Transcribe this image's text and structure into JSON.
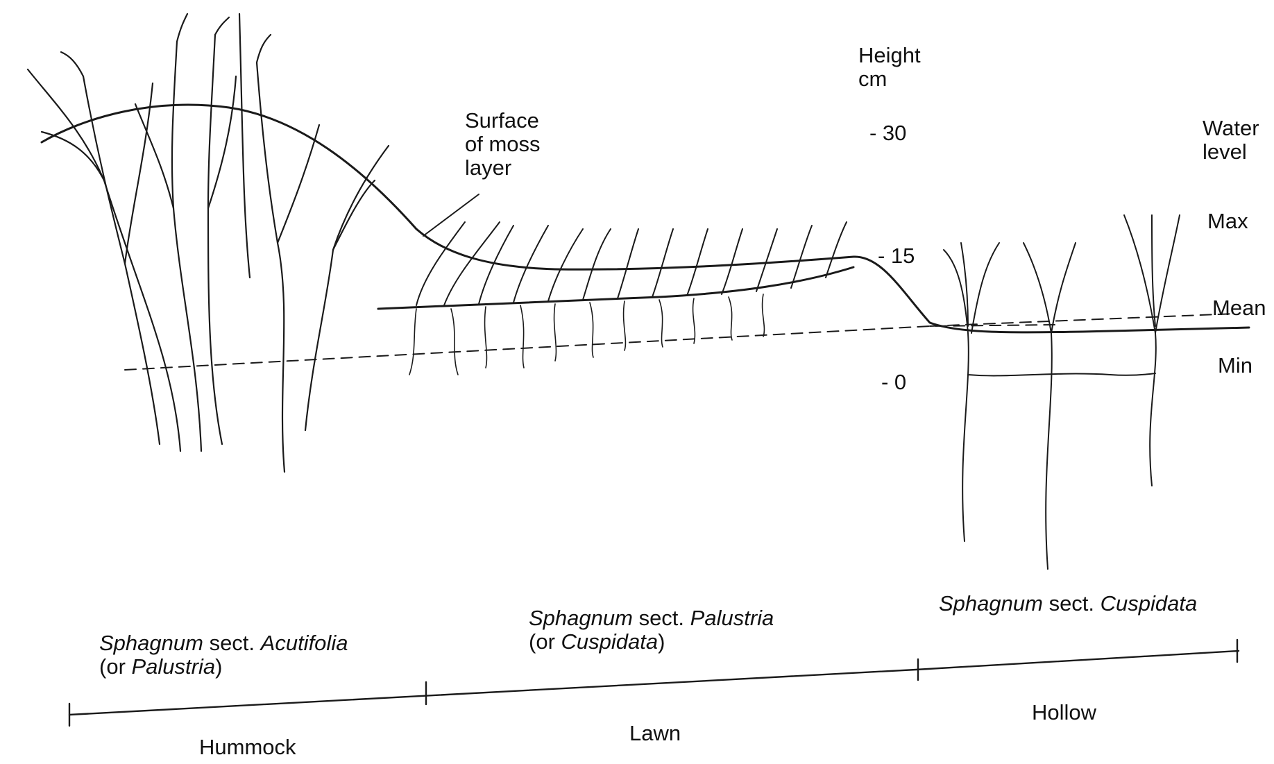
{
  "figure": {
    "moss_surface_label": [
      "Surface",
      "of moss",
      "layer"
    ],
    "height_axis": {
      "title": [
        "Height",
        "cm"
      ],
      "ticks": [
        "- 30",
        "- 15",
        "- 0"
      ]
    },
    "water_level": {
      "title": [
        "Water",
        "level"
      ],
      "levels": [
        "Max",
        "Mean",
        "Min"
      ]
    },
    "species": [
      {
        "genus": "Sphagnum",
        "sect": " sect. ",
        "section": "Acutifolia",
        "alt_open": "(or ",
        "alt": "Palustria",
        "alt_close": ")"
      },
      {
        "genus": "Sphagnum",
        "sect": " sect. ",
        "section": "Palustria",
        "alt_open": "(or ",
        "alt": "Cuspidata",
        "alt_close": ")"
      },
      {
        "genus": "Sphagnum",
        "sect": " sect. ",
        "section": "Cuspidata"
      }
    ],
    "zones": [
      "Hummock",
      "Lawn",
      "Hollow"
    ]
  }
}
